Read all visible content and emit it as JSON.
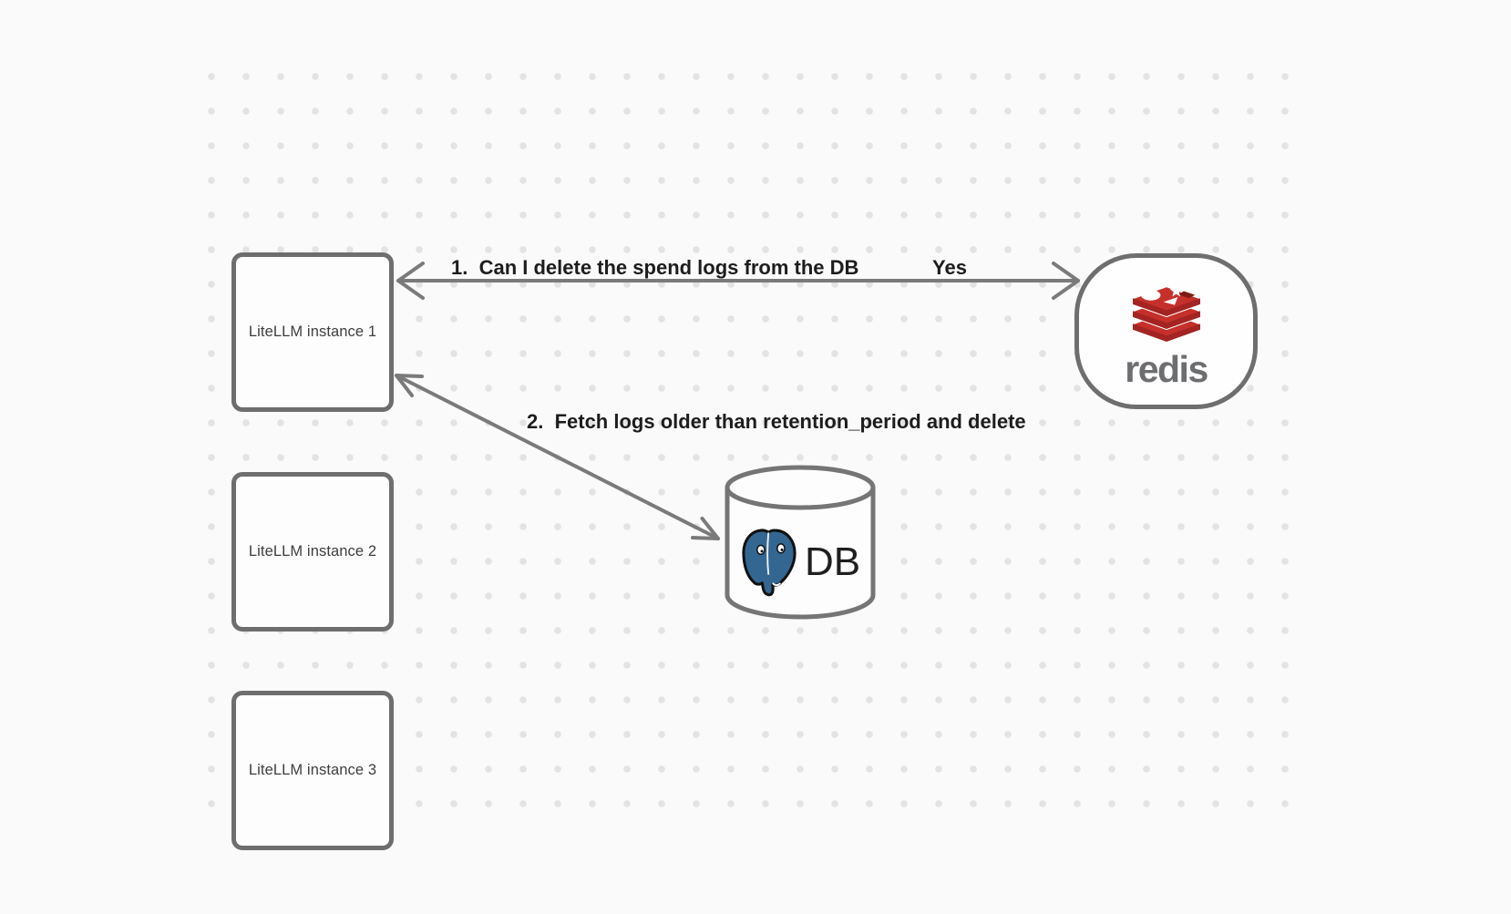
{
  "canvas": {
    "background": "#fafafa",
    "dot_color": "#e3e3e3"
  },
  "nodes": {
    "instances": [
      {
        "label": "LiteLLM instance 1"
      },
      {
        "label": "LiteLLM instance 2"
      },
      {
        "label": "LiteLLM instance 3"
      }
    ],
    "redis": {
      "wordmark": "redis",
      "icon": "redis-stack-icon"
    },
    "db": {
      "label": "DB",
      "icon": "postgresql-elephant-icon"
    }
  },
  "arrows": [
    {
      "label": "1.  Can I delete the spend logs from the DB",
      "response": "Yes"
    },
    {
      "label": "2.  Fetch logs older than retention_period and delete"
    }
  ],
  "colors": {
    "node_stroke": "#6e6e6e",
    "arrow": "#7a7a7a",
    "label_text": "#1d1d1d",
    "node_text": "#3e3e3e",
    "redis_red": "#c6302b",
    "redis_red_dark": "#a32422",
    "redis_notch": "#7e1b12",
    "redis_wordmark": "#6d6e71",
    "postgres_blue": "#336791"
  }
}
